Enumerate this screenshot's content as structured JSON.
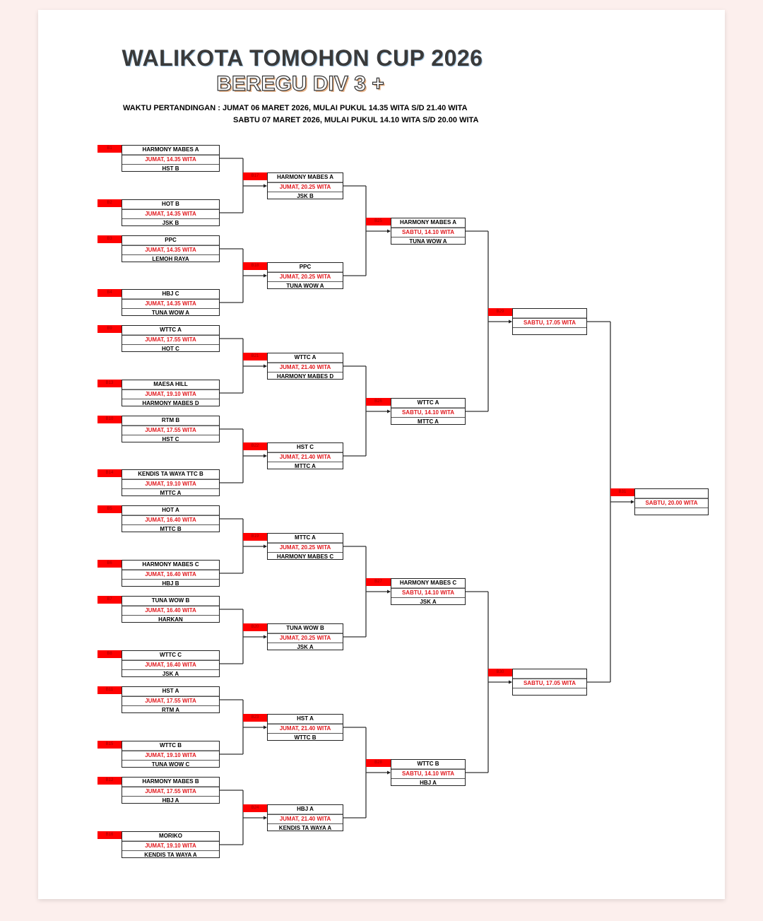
{
  "header": {
    "title": "WALIKOTA TOMOHON CUP 2026",
    "subtitle": "BEREGU DIV 3 +",
    "schedule_line1": "WAKTU PERTANDINGAN : JUMAT 06 MARET 2026, MULAI PUKUL 14.35 WITA S/D 21.40 WITA",
    "schedule_line2": "SABTU 07 MARET 2026, MULAI PUKUL 14.10 WITA S/D 20.00 WITA"
  },
  "rounds": [
    [
      {
        "code": "B1",
        "top": "HARMONY MABES A",
        "time": "JUMAT, 14.35 WITA",
        "bottom": "HST B"
      },
      {
        "code": "B2",
        "top": "HOT B",
        "time": "JUMAT, 14.35 WITA",
        "bottom": "JSK B"
      },
      {
        "code": "B3",
        "top": "PPC",
        "time": "JUMAT, 14.35 WITA",
        "bottom": "LEMOH RAYA"
      },
      {
        "code": "B4",
        "top": "HBJ C",
        "time": "JUMAT, 14.35 WITA",
        "bottom": "TUNA WOW A"
      },
      {
        "code": "B9",
        "top": "WTTC A",
        "time": "JUMAT, 17.55 WITA",
        "bottom": "HOT C"
      },
      {
        "code": "B13",
        "top": "MAESA HILL",
        "time": "JUMAT, 19.10 WITA",
        "bottom": "HARMONY MABES D"
      },
      {
        "code": "B10",
        "top": "RTM B",
        "time": "JUMAT, 17.55 WITA",
        "bottom": "HST C"
      },
      {
        "code": "B14",
        "top": "KENDIS TA WAYA TTC B",
        "time": "JUMAT, 19.10 WITA",
        "bottom": "MTTC A"
      },
      {
        "code": "B5",
        "top": "HOT A",
        "time": "JUMAT, 16.40 WITA",
        "bottom": "MTTC B"
      },
      {
        "code": "B6",
        "top": "HARMONY MABES C",
        "time": "JUMAT, 16.40 WITA",
        "bottom": "HBJ B"
      },
      {
        "code": "B7",
        "top": "TUNA WOW B",
        "time": "JUMAT, 16.40 WITA",
        "bottom": "HARKAN"
      },
      {
        "code": "B8",
        "top": "WTTC C",
        "time": "JUMAT, 16.40 WITA",
        "bottom": "JSK A"
      },
      {
        "code": "B11",
        "top": "HST A",
        "time": "JUMAT, 17.55 WITA",
        "bottom": "RTM A"
      },
      {
        "code": "B15",
        "top": "WTTC B",
        "time": "JUMAT, 19.10 WITA",
        "bottom": "TUNA WOW C"
      },
      {
        "code": "B12",
        "top": "HARMONY MABES B",
        "time": "JUMAT, 17.55 WITA",
        "bottom": "HBJ A"
      },
      {
        "code": "B16",
        "top": "MORIKO",
        "time": "JUMAT, 19.10 WITA",
        "bottom": "KENDIS TA WAYA A"
      }
    ],
    [
      {
        "code": "B17",
        "top": "HARMONY MABES A",
        "time": "JUMAT, 20.25 WITA",
        "bottom": "JSK B"
      },
      {
        "code": "B18",
        "top": "PPC",
        "time": "JUMAT, 20.25 WITA",
        "bottom": "TUNA WOW A"
      },
      {
        "code": "B21",
        "top": "WTTC A",
        "time": "JUMAT, 21.40 WITA",
        "bottom": "HARMONY MABES D"
      },
      {
        "code": "B22",
        "top": "HST C",
        "time": "JUMAT, 21.40 WITA",
        "bottom": "MTTC A"
      },
      {
        "code": "B19",
        "top": "MTTC A",
        "time": "JUMAT, 20.25 WITA",
        "bottom": "HARMONY MABES C"
      },
      {
        "code": "B20",
        "top": "TUNA WOW B",
        "time": "JUMAT, 20.25 WITA",
        "bottom": "JSK A"
      },
      {
        "code": "B23",
        "top": "HST A",
        "time": "JUMAT, 21.40 WITA",
        "bottom": "WTTC B"
      },
      {
        "code": "B24",
        "top": "HBJ A",
        "time": "JUMAT, 21.40 WITA",
        "bottom": "KENDIS TA WAYA A"
      }
    ],
    [
      {
        "code": "B25",
        "top": "HARMONY MABES A",
        "time": "SABTU, 14.10 WITA",
        "bottom": "TUNA WOW A"
      },
      {
        "code": "B26",
        "top": "WTTC A",
        "time": "SABTU, 14.10 WITA",
        "bottom": "MTTC A"
      },
      {
        "code": "B27",
        "top": "HARMONY MABES C",
        "time": "SABTU, 14.10 WITA",
        "bottom": "JSK A"
      },
      {
        "code": "B28",
        "top": "WTTC B",
        "time": "SABTU, 14.10 WITA",
        "bottom": "HBJ A"
      }
    ],
    [
      {
        "code": "B29",
        "top": "",
        "time": "SABTU, 17.05 WITA",
        "bottom": ""
      },
      {
        "code": "B30",
        "top": "",
        "time": "SABTU, 17.05 WITA",
        "bottom": ""
      }
    ],
    [
      {
        "code": "B31",
        "top": "",
        "time": "SABTU, 20.00 WITA",
        "bottom": ""
      }
    ]
  ],
  "colors": {
    "label_red": "#ff0000",
    "time_red": "#e0191e",
    "page_bg": "#fcefed"
  }
}
